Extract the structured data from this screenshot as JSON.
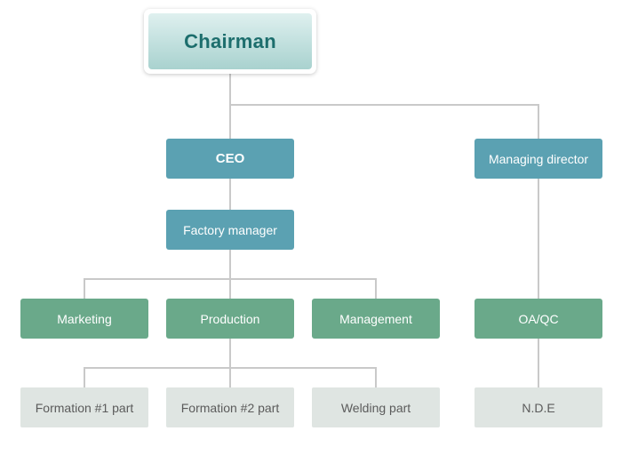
{
  "org_chart": {
    "chairman": {
      "label": "Chairman"
    },
    "ceo": {
      "label": "CEO"
    },
    "managing_director": {
      "label": "Managing director"
    },
    "factory_manager": {
      "label": "Factory manager"
    },
    "departments": [
      {
        "label": "Marketing"
      },
      {
        "label": "Production"
      },
      {
        "label": "Management"
      }
    ],
    "qa": {
      "label": "OA/QC"
    },
    "production_parts": [
      {
        "label": "Formation #1 part"
      },
      {
        "label": "Formation #2 part"
      },
      {
        "label": "Welding part"
      }
    ],
    "nde": {
      "label": "N.D.E"
    }
  },
  "colors": {
    "chairman_text": "#1d6e6d",
    "executive_box": "#5ba1b2",
    "department_box": "#6aa98a",
    "part_box": "#dfe5e2",
    "connector": "#c9c9c9"
  }
}
